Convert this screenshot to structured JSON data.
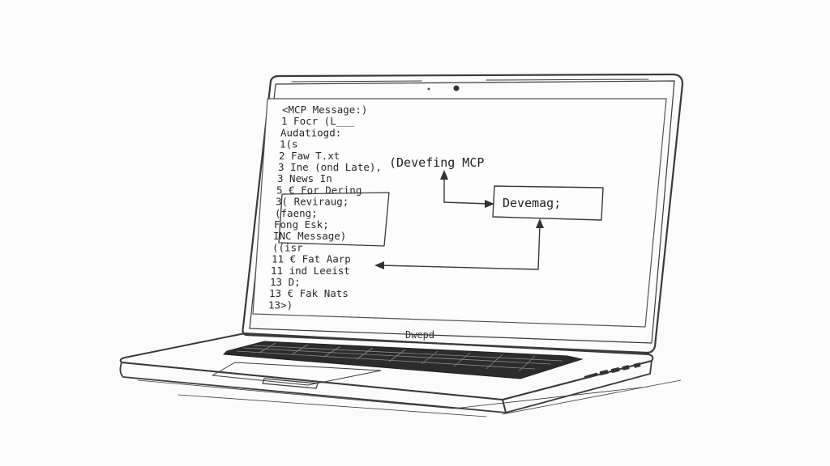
{
  "screen": {
    "code_lines": [
      {
        "text": "<MCP Message:)"
      },
      {
        "text": "1 Focr (L___"
      },
      {
        "text": "    Audatiogd:"
      },
      {
        "text": "1(s"
      },
      {
        "text": "2 Faw T.xt"
      },
      {
        "text": "3   Ine (ond Late),"
      },
      {
        "text": "3 News In"
      },
      {
        "text": "5  € For Dering"
      },
      {
        "text": "3( Reviraug;"
      },
      {
        "text": "   (faeng;"
      },
      {
        "text": "   Fong Esk;"
      },
      {
        "text": "   INC Message)"
      },
      {
        "text": "  ((isr"
      },
      {
        "text": "11  € Fat Aarp"
      },
      {
        "text": "11    ind Leeist"
      },
      {
        "text": "13   D;"
      },
      {
        "text": "13  € Fak Nats"
      },
      {
        "text": "13>)"
      }
    ],
    "callout_label": "(Devefing MCP",
    "node_label": "Devemag;"
  },
  "laptop": {
    "brand_label": "Dwepd"
  },
  "colors": {
    "ink": "#3a3a3a",
    "paper": "#fbfbfb",
    "screen": "#fdfdfd"
  }
}
